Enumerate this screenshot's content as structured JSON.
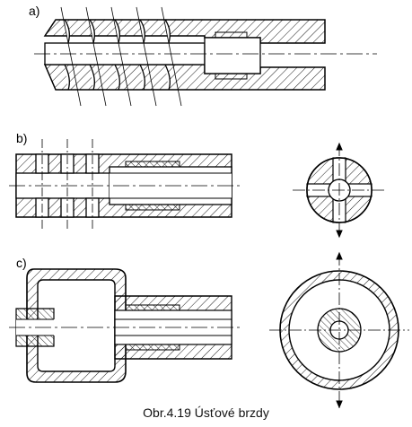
{
  "labels": {
    "a": "a)",
    "b": "b)",
    "c": "c)"
  },
  "caption": "Obr.4.19 Úsťové brzdy",
  "colors": {
    "line": "#000000",
    "background": "#ffffff"
  }
}
